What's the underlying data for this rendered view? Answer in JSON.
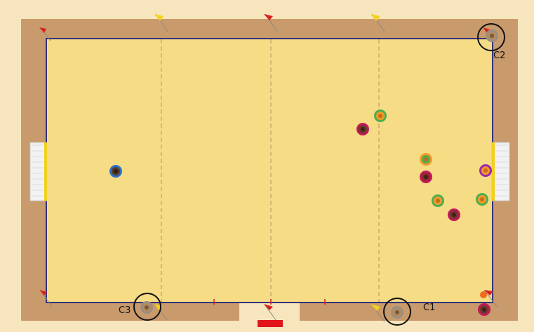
{
  "colors": {
    "outer": "#f7e6bd",
    "surround": "#c99a6b",
    "pitch": "#f7dc86",
    "line": "#33337a",
    "dash": "#c99a6b",
    "goal": "#f2f2f2",
    "goal_post": "#f0d020",
    "marker_red": "#e0161b",
    "flag_red": "#d92121",
    "flag_yellow": "#f2d21b"
  },
  "camera_labels": [
    "C1",
    "C2",
    "C3"
  ],
  "players": [
    {
      "role": "player",
      "team": "orange-green",
      "icon": "player-icon"
    },
    {
      "role": "player",
      "team": "red-maroon",
      "icon": "player-icon"
    },
    {
      "role": "player",
      "team": "green-orange",
      "icon": "player-icon"
    },
    {
      "role": "player",
      "team": "red-maroon",
      "icon": "player-icon"
    },
    {
      "role": "player",
      "team": "orange-green",
      "icon": "player-icon"
    },
    {
      "role": "player",
      "team": "red-maroon",
      "icon": "player-icon"
    },
    {
      "role": "player",
      "team": "orange-green",
      "icon": "player-icon"
    },
    {
      "role": "goalkeeper",
      "team": "purple",
      "icon": "player-icon"
    },
    {
      "role": "goalkeeper",
      "team": "blue",
      "icon": "player-icon"
    }
  ],
  "referees": [
    {
      "icon": "referee-icon"
    },
    {
      "icon": "referee-icon"
    },
    {
      "icon": "referee-icon"
    }
  ],
  "ball": {
    "icon": "ball-icon"
  }
}
